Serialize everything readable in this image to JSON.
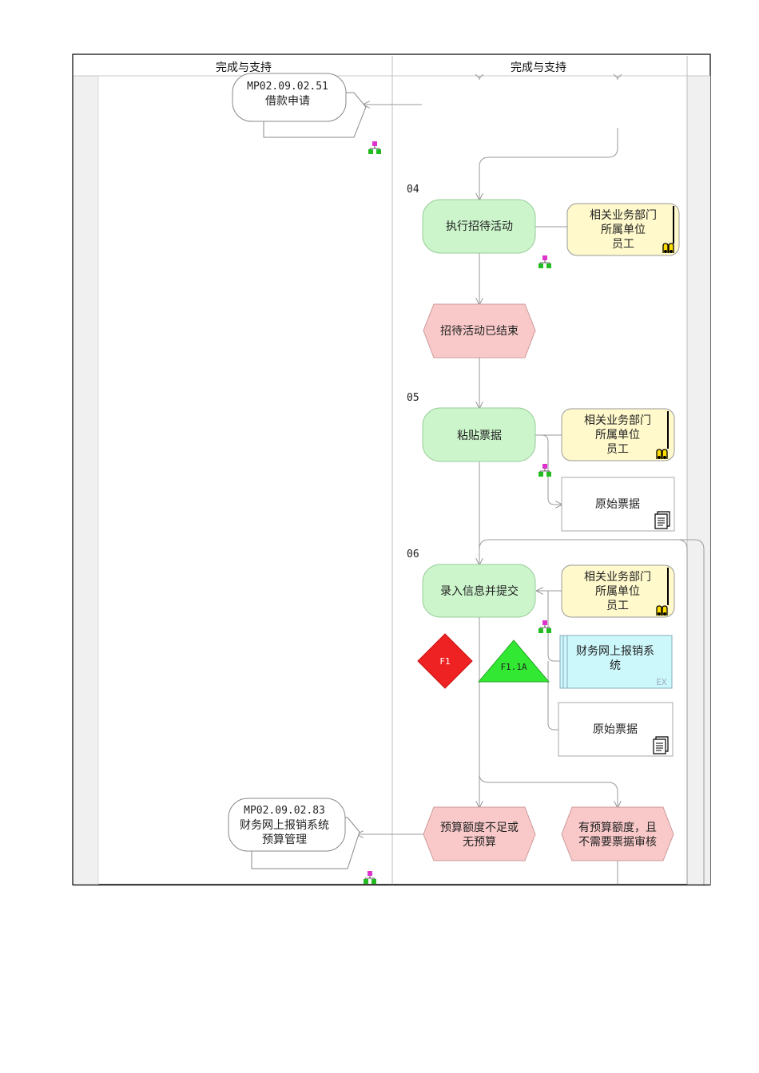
{
  "lanes": {
    "left_header": "完成与支持",
    "right_header": "完成与支持"
  },
  "process_interfaces": {
    "loan_application": {
      "code": "MP02.09.02.51",
      "name": "借款申请"
    },
    "budget_management": {
      "code": "MP02.09.02.83",
      "line1": "财务网上报销系统",
      "line2": "预算管理"
    }
  },
  "steps": [
    {
      "number": "04",
      "label": "执行招待活动"
    },
    {
      "number": "05",
      "label": "粘贴票据"
    },
    {
      "number": "06",
      "label": "录入信息并提交"
    }
  ],
  "events": {
    "entertainment_finished": "招待活动已结束",
    "insufficient_budget": {
      "line1": "预算额度不足或",
      "line2": "无预算"
    },
    "budget_ok_no_review": {
      "line1": "有预算额度，且",
      "line2": "不需要票据审核"
    }
  },
  "roles": {
    "line1": "相关业务部门",
    "line2": "所属单位",
    "line3": "员工"
  },
  "documents": {
    "original_invoice": "原始票据"
  },
  "systems": {
    "finance_system": {
      "line1": "财务网上报销系",
      "line2": "统",
      "tag": "EX"
    }
  },
  "risk_markers": {
    "risk": "F1",
    "control": "F1.1A"
  },
  "colors": {
    "activity_fill": "#ccf5cc",
    "event_fill": "#f9c9c9",
    "role_fill": "#fff9cc",
    "system_fill": "#ccf8fc",
    "risk_red": "#ee2222",
    "control_green": "#33e833",
    "lane_bg": "#f0f0f0"
  }
}
